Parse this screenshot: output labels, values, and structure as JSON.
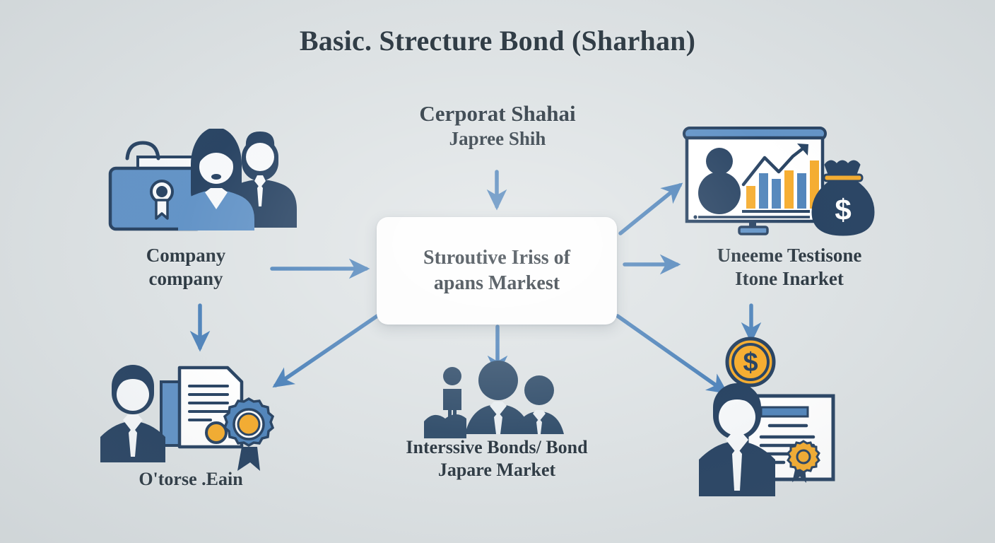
{
  "page": {
    "title": "Basic. Strecture Bond (Sharhan)",
    "background_color": "#dce1e3",
    "accent_blue": "#4a80b8",
    "navy": "#1f3b5c",
    "gold": "#f5a926",
    "text_color": "#24313b"
  },
  "center_node": {
    "line1": "Stıroutive Iriss of",
    "line2": "apans Markest",
    "background": "#fdfdfd"
  },
  "nodes": {
    "top_center": {
      "line1": "Cerporat Shahai",
      "line2": "Japree Shih",
      "icon": "none"
    },
    "left": {
      "line1": "Company",
      "line2": "company",
      "icon": "briefcase-and-businesspeople-icon"
    },
    "right": {
      "line1": "Uneeme Testisone",
      "line2": "Itone Inarket",
      "icon": "presentation-chart-moneybag-icon"
    },
    "bottom_left": {
      "line1": "O'torse .Eain",
      "icon": "person-certificate-rosette-icon"
    },
    "bottom_center": {
      "line1": "Interssive Bonds/ Bond",
      "line2": "Japare Market",
      "icon": "group-of-people-icon"
    },
    "bottom_right": {
      "line1": "",
      "icon": "person-certificate-coin-icon"
    }
  },
  "arrows": [
    {
      "name": "arrow-top-center-to-center",
      "direction": "down"
    },
    {
      "name": "arrow-left-to-center",
      "direction": "right"
    },
    {
      "name": "arrow-left-to-bottom-left",
      "direction": "down"
    },
    {
      "name": "arrow-center-to-right-top",
      "direction": "up-right"
    },
    {
      "name": "arrow-center-to-right",
      "direction": "right"
    },
    {
      "name": "arrow-center-to-bottom-left",
      "direction": "down-left"
    },
    {
      "name": "arrow-center-to-bottom-center",
      "direction": "down"
    },
    {
      "name": "arrow-center-to-bottom-right",
      "direction": "down-right"
    },
    {
      "name": "arrow-right-to-bottom-right",
      "direction": "down"
    }
  ],
  "chart_icon": {
    "bars": [
      {
        "color": "#f5a926",
        "height": 0.45
      },
      {
        "color": "#4a80b8",
        "height": 0.65
      },
      {
        "color": "#4a80b8",
        "height": 0.52
      },
      {
        "color": "#f5a926",
        "height": 0.72
      },
      {
        "color": "#4a80b8",
        "height": 0.66
      },
      {
        "color": "#f5a926",
        "height": 0.88
      }
    ],
    "trend": "rising-arrow"
  }
}
